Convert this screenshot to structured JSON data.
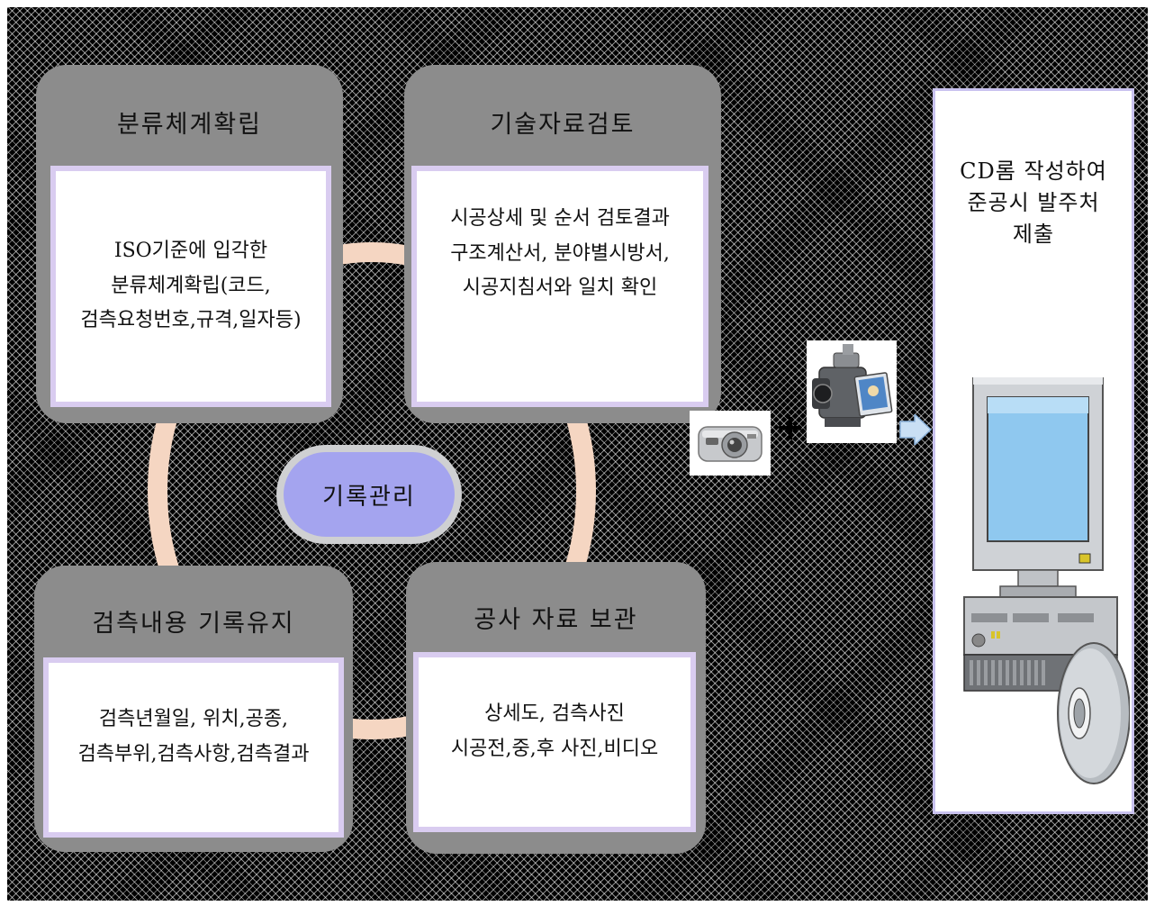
{
  "center": {
    "label": "기록관리"
  },
  "cards": {
    "classification": {
      "title": "분류체계확립",
      "body": "ISO기준에 입각한\n분류체계확립(코드,\n검측요청번호,규격,일자등)"
    },
    "tech_review": {
      "title": "기술자료검토",
      "body": "시공상세 및 순서 검토결과\n구조계산서, 분야별시방서,\n시공지침서와 일치 확인"
    },
    "inspection_record": {
      "title": "검측내용 기록유지",
      "body": "검측년월일, 위치,공종,\n검측부위,검측사항,검측결과"
    },
    "data_storage": {
      "title": "공사 자료 보관",
      "body": "상세도, 검측사진\n시공전,중,후 사진,비디오"
    }
  },
  "media": {
    "plus": "+"
  },
  "submission": {
    "text": "CD롬 작성하여\n준공시 발주처\n제출"
  },
  "colors": {
    "card_bg": "#8c8c8c",
    "card_body_border": "#d9ccf0",
    "ring": "#f5d6c2",
    "pill": "#a4a4ef",
    "panel_border": "#c9c2ef"
  },
  "icons": [
    "camera-icon",
    "camcorder-icon",
    "arrow-right-icon",
    "computer-icon",
    "cd-rom-icon"
  ]
}
